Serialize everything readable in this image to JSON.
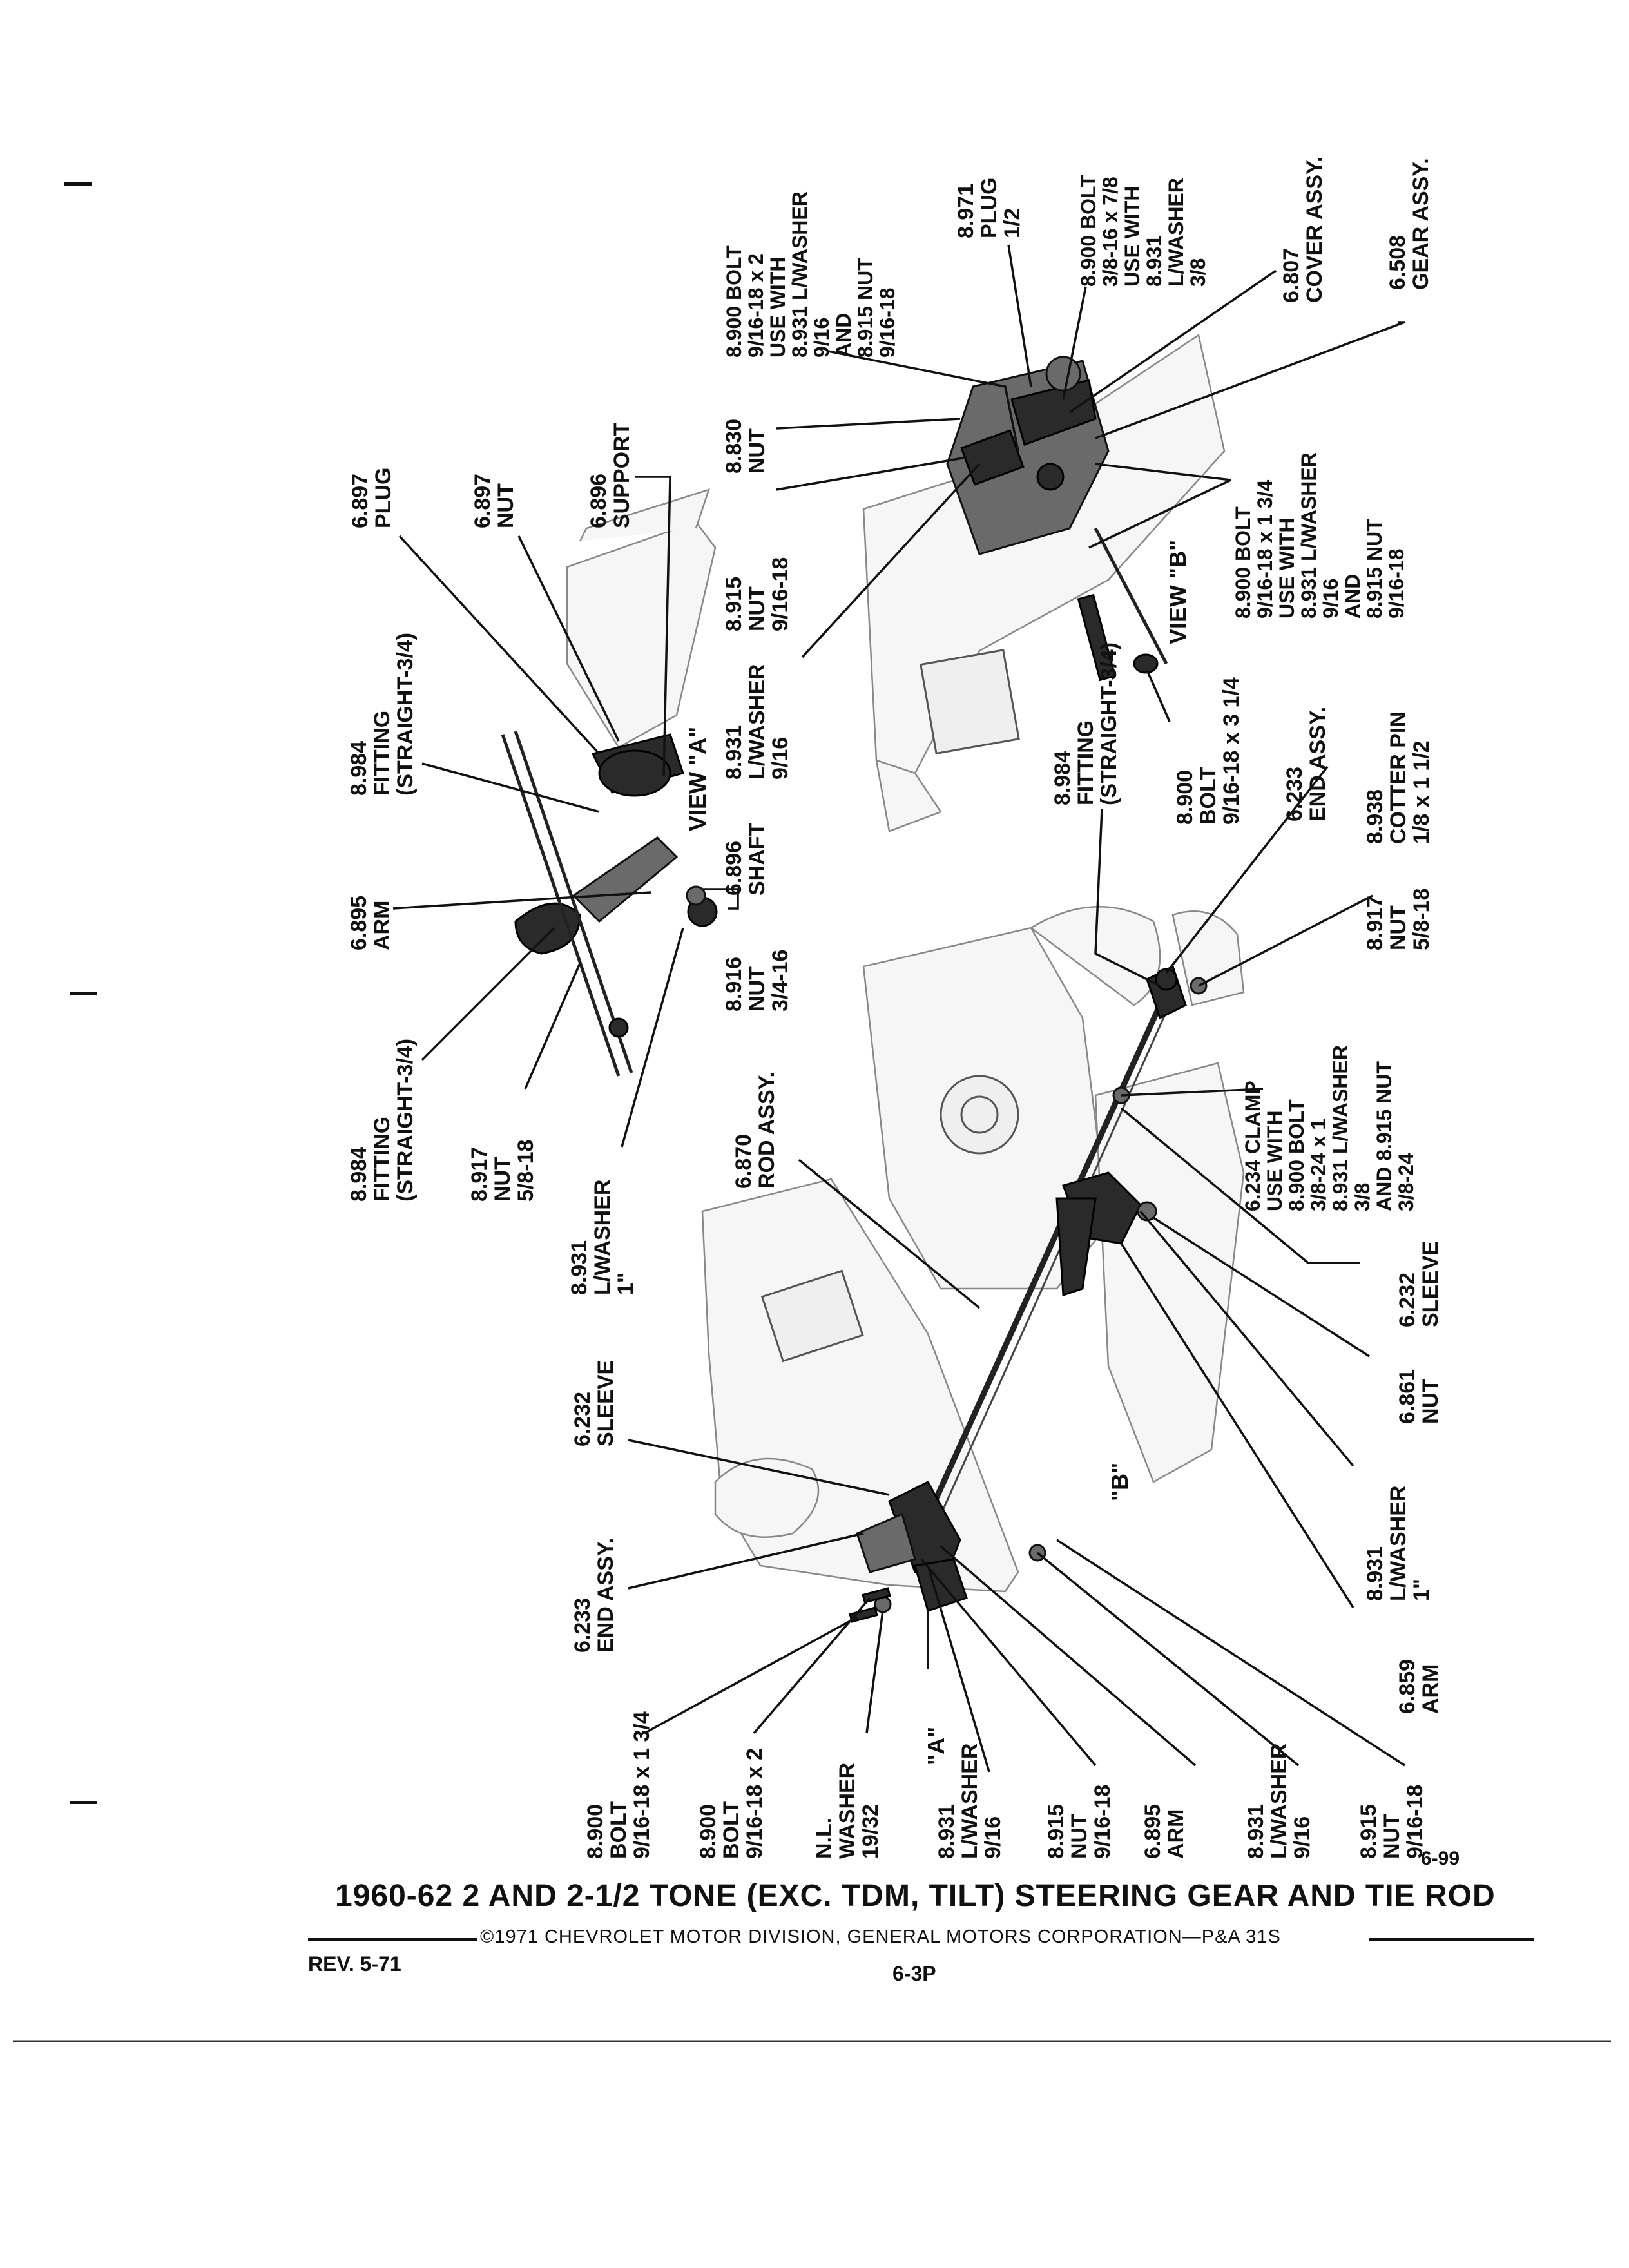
{
  "title": "1960-62 2 AND 2-1/2 TONE (EXC. TDM, TILT) STEERING GEAR AND TIE ROD",
  "copyright": "©1971 CHEVROLET MOTOR DIVISION, GENERAL MOTORS CORPORATION—P&A 31S",
  "revision": "REV. 5-71",
  "page_number": "6-3P",
  "figure_number": "6-99",
  "view_labels": {
    "view_a": "VIEW \"A\"",
    "view_b": "VIEW \"B\"",
    "ref_a": "\"A\"",
    "ref_b": "\"B\""
  },
  "callouts": {
    "c_6897_plug": [
      "6.897",
      "PLUG"
    ],
    "c_6897_nut": [
      "6.897",
      "NUT"
    ],
    "c_6896_support": [
      "6.896",
      "SUPPORT"
    ],
    "c_8984_fitting_a": [
      "8.984",
      "FITTING",
      "(STRAIGHT-3/4)"
    ],
    "c_6895_arm_a": [
      "6.895",
      "ARM"
    ],
    "c_8984_fitting_b": [
      "8.984",
      "FITTING",
      "(STRAIGHT-3/4)"
    ],
    "c_8917_nut_a": [
      "8.917",
      "NUT",
      "5/8-18"
    ],
    "c_8931_washer_1in": [
      "8.931",
      "L/WASHER",
      "1\""
    ],
    "c_6896_shaft": [
      "6.896",
      "SHAFT"
    ],
    "c_8916_nut": [
      "8.916",
      "NUT",
      "3/4-16"
    ],
    "c_8931_washer_916_top": [
      "8.931",
      "L/WASHER",
      "9/16"
    ],
    "c_8915_nut_top": [
      "8.915",
      "NUT",
      "9/16-18"
    ],
    "c_8830_nut": [
      "8.830",
      "NUT"
    ],
    "c_8900_bolt_top": [
      "8.900 BOLT",
      "9/16-18 x 2",
      "USE WITH",
      "8.931 L/WASHER",
      "9/16",
      "AND",
      "8.915 NUT",
      "9/16-18"
    ],
    "c_8971_plug": [
      "8.971",
      "PLUG",
      "1/2"
    ],
    "c_8900_bolt_38": [
      "8.900 BOLT",
      "3/8-16 x 7/8",
      "USE WITH",
      "8.931",
      "L/WASHER",
      "3/8"
    ],
    "c_6807_cover": [
      "6.807",
      "COVER ASSY."
    ],
    "c_6508_gear": [
      "6.508",
      "GEAR ASSY."
    ],
    "c_8900_bolt_134": [
      "8.900 BOLT",
      "9/16-18 x 1 3/4",
      "USE WITH",
      "8.931 L/WASHER",
      "9/16",
      "AND",
      "8.915 NUT",
      "9/16-18"
    ],
    "c_8984_fitting_c": [
      "8.984",
      "FITTING",
      "(STRAIGHT-3/4)"
    ],
    "c_8900_bolt_314": [
      "8.900",
      "BOLT",
      "9/16-18 x 3 1/4"
    ],
    "c_6233_end_right": [
      "6.233",
      "END ASSY."
    ],
    "c_8938_cotter": [
      "8.938",
      "COTTER PIN",
      "1/8 x 1 1/2"
    ],
    "c_8917_nut_b": [
      "8.917",
      "NUT",
      "5/8-18"
    ],
    "c_6234_clamp": [
      "6.234 CLAMP",
      "USE WITH",
      "8.900 BOLT",
      "3/8-24 x 1",
      "8.931 L/WASHER",
      "3/8",
      "AND 8.915 NUT",
      "3/8-24"
    ],
    "c_6870_rod": [
      "6.870",
      "ROD ASSY."
    ],
    "c_6232_sleeve_right": [
      "6.232",
      "SLEEVE"
    ],
    "c_6861_nut": [
      "6.861",
      "NUT"
    ],
    "c_8931_washer_1in_b": [
      "8.931",
      "L/WASHER",
      "1\""
    ],
    "c_6859_arm": [
      "6.859",
      "ARM"
    ],
    "c_6232_sleeve_left": [
      "6.232",
      "SLEEVE"
    ],
    "c_6233_end_left": [
      "6.233",
      "END ASSY."
    ],
    "c_8900_bolt_bl1": [
      "8.900",
      "BOLT",
      "9/16-18 x 1 3/4"
    ],
    "c_8900_bolt_bl2": [
      "8.900",
      "BOLT",
      "9/16-18 x 2"
    ],
    "c_nl_washer": [
      "N.L.",
      "WASHER",
      "19/32"
    ],
    "c_8931_washer_bl": [
      "8.931",
      "L/WASHER",
      "9/16"
    ],
    "c_8915_nut_bl": [
      "8.915",
      "NUT",
      "9/16-18"
    ],
    "c_6895_arm_bl": [
      "6.895",
      "ARM"
    ],
    "c_8931_washer_br": [
      "8.931",
      "L/WASHER",
      "9/16"
    ],
    "c_8915_nut_br": [
      "8.915",
      "NUT",
      "9/16-18"
    ]
  }
}
